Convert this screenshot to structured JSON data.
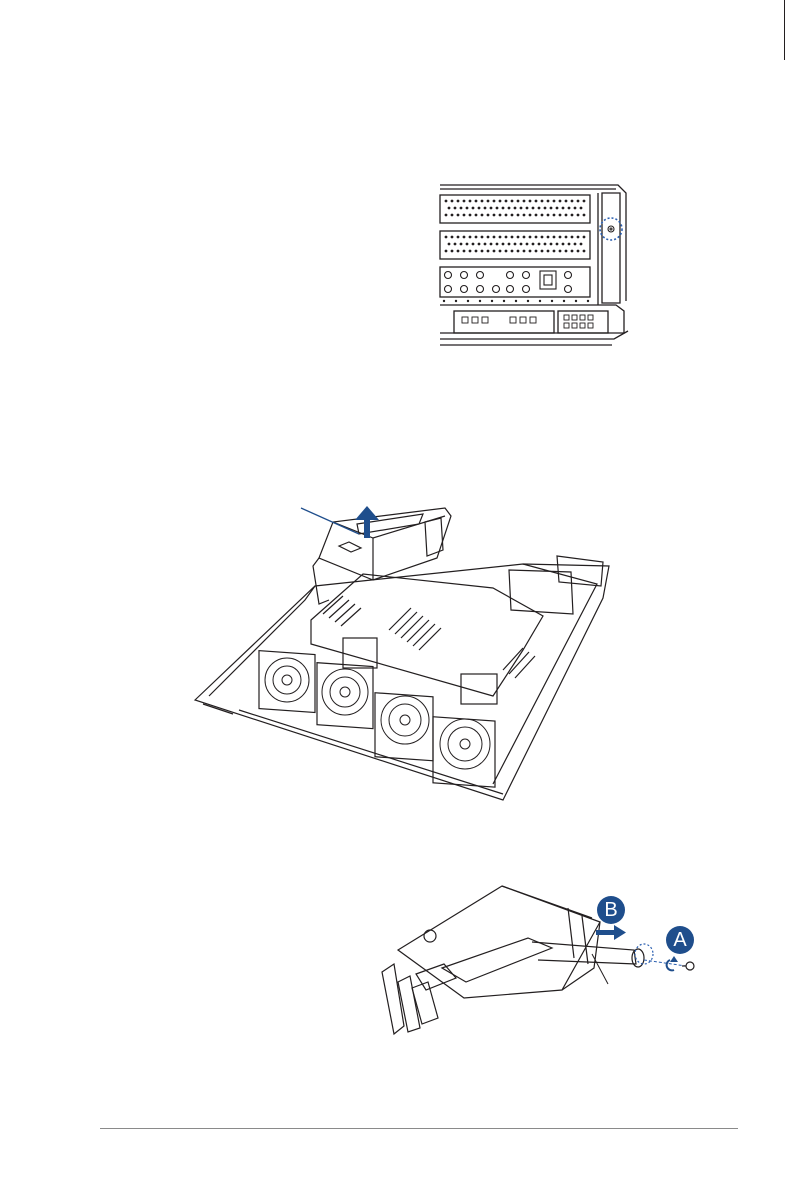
{
  "page": {
    "figures": [
      {
        "name": "riser-bracket-screw-location"
      },
      {
        "name": "riser-cage-removal"
      },
      {
        "name": "riser-cage-assembly"
      }
    ],
    "callouts": {
      "a": "A",
      "b": "B"
    },
    "colors": {
      "line": "#231f20",
      "accent_blue": "#1f4e8c",
      "dotted_circle": "#2b5fb0"
    }
  }
}
